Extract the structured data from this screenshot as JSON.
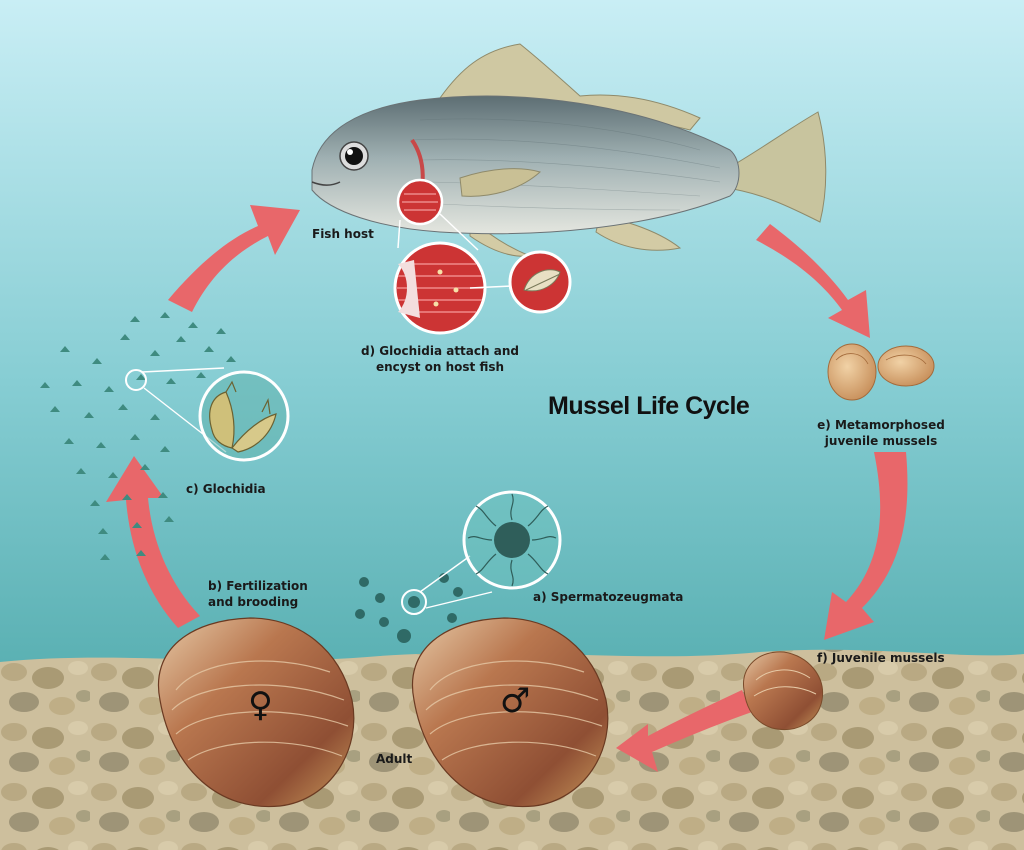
{
  "title": "Mussel Life Cycle",
  "stages": {
    "fish_host": "Fish host",
    "d_line1": "d) Glochidia attach and",
    "d_line2": "encyst on host fish",
    "e_line1": "e) Metamorphosed",
    "e_line2": "juvenile mussels",
    "f": "f) Juvenile mussels",
    "a": "a) Spermatozeugmata",
    "b_line1": "b) Fertilization",
    "b_line2": "and brooding",
    "c": "c) Glochidia",
    "adult": "Adult"
  },
  "symbols": {
    "female": "♀",
    "male": "♂"
  },
  "colors": {
    "water_top": "#c9eef5",
    "water_bottom": "#3e9e9e",
    "arrow": "#e8676a",
    "gravel_bg": "#c9bb98",
    "shell": "#b06f4a",
    "glochidia_dots": "#3f8b80",
    "gill_red": "#d03a3a"
  }
}
